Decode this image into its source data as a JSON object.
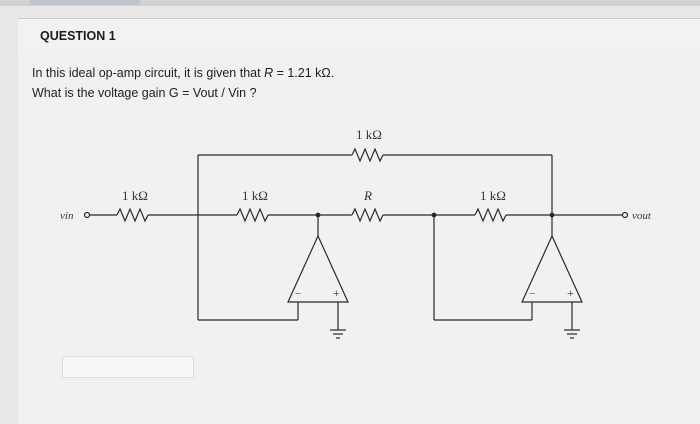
{
  "question": {
    "title": "QUESTION 1",
    "line1_pre": "In this ideal op-amp circuit, it is given that ",
    "line1_var": "R",
    "line1_val": " = 1.21 kΩ.",
    "line2": "What is the voltage gain G = Vout / Vin ?"
  },
  "circuit": {
    "r_feedback": "1 kΩ",
    "r_input": "1 kΩ",
    "r_second": "1 kΩ",
    "r_R": "R",
    "r_output": "1 kΩ",
    "vin": "vin",
    "vout": "vout",
    "minus": "−",
    "plus": "+"
  },
  "colors": {
    "wire": "#2a2a2a",
    "text": "#1e1e1e"
  }
}
